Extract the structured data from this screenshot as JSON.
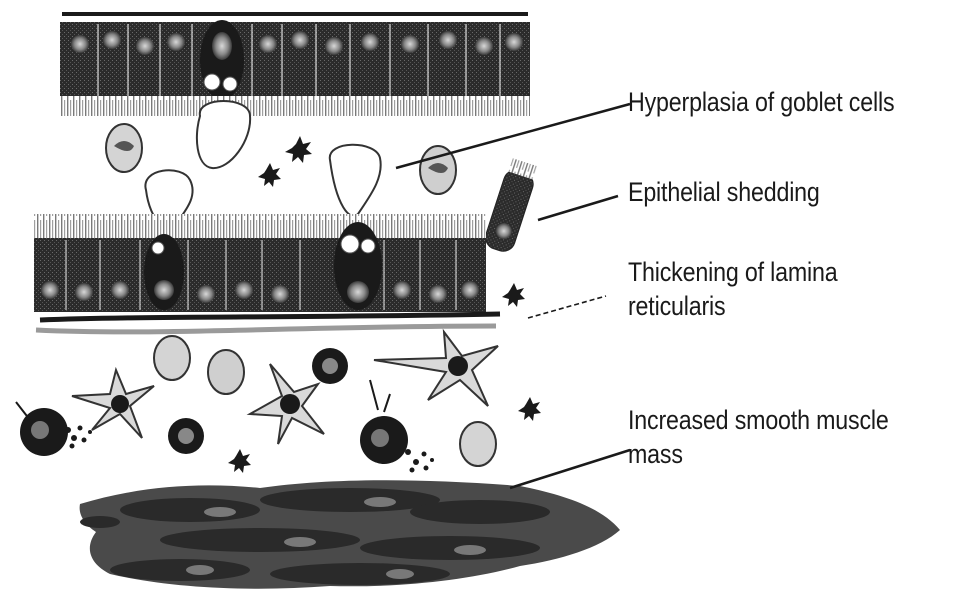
{
  "labels": {
    "goblet": "Hyperplasia of goblet cells",
    "shedding": "Epithelial shedding",
    "lamina_line1": "Thickening of lamina",
    "lamina_line2": "reticularis",
    "muscle_line1": "Increased smooth muscle",
    "muscle_line2": "mass"
  },
  "colors": {
    "ink": "#1a1a1a",
    "cell_dark": "#2a2a2a",
    "cell_mid": "#6a6a6a",
    "cell_light": "#bfbfbf",
    "nucleus": "#8c8c8c",
    "membrane": "#9a9a9a"
  }
}
